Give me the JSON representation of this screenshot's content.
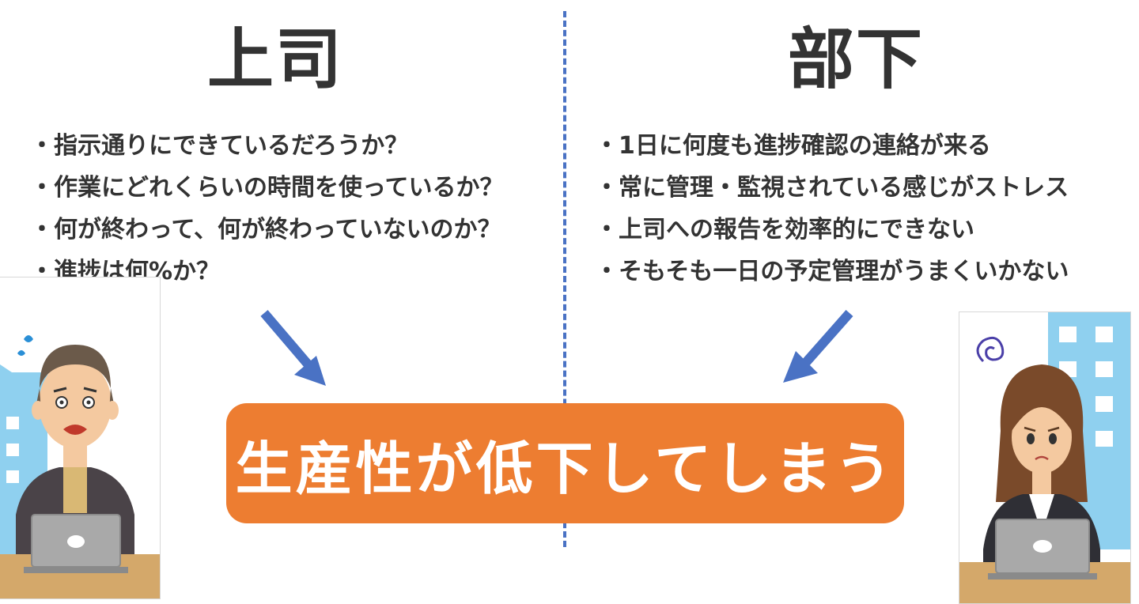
{
  "left_column": {
    "heading": "上司",
    "bullets": [
      "・指示通りにできているだろうか？",
      "・作業にどれくらいの時間を使っているか？",
      "・何が終わって、何が終わっていないのか？",
      "・進捗は何%か？"
    ]
  },
  "right_column": {
    "heading": "部下",
    "bullets": [
      "・1日に何度も進捗確認の連絡が来る",
      "・常に管理・監視されている感じがストレス",
      "・上司への報告を効率的にできない",
      "・そもそも一日の予定管理がうまくいかない"
    ]
  },
  "result": {
    "text": "生産性が低下してしまう"
  },
  "colors": {
    "accent_orange": "#ed7d31",
    "arrow_blue": "#4a72c4",
    "divider_blue": "#4a72c4",
    "text_dark": "#333333",
    "building_blue": "#8fd0ef"
  },
  "icons": {
    "boss_illustration": "worried-boss-laptop-icon",
    "subordinate_illustration": "confused-woman-laptop-icon"
  }
}
